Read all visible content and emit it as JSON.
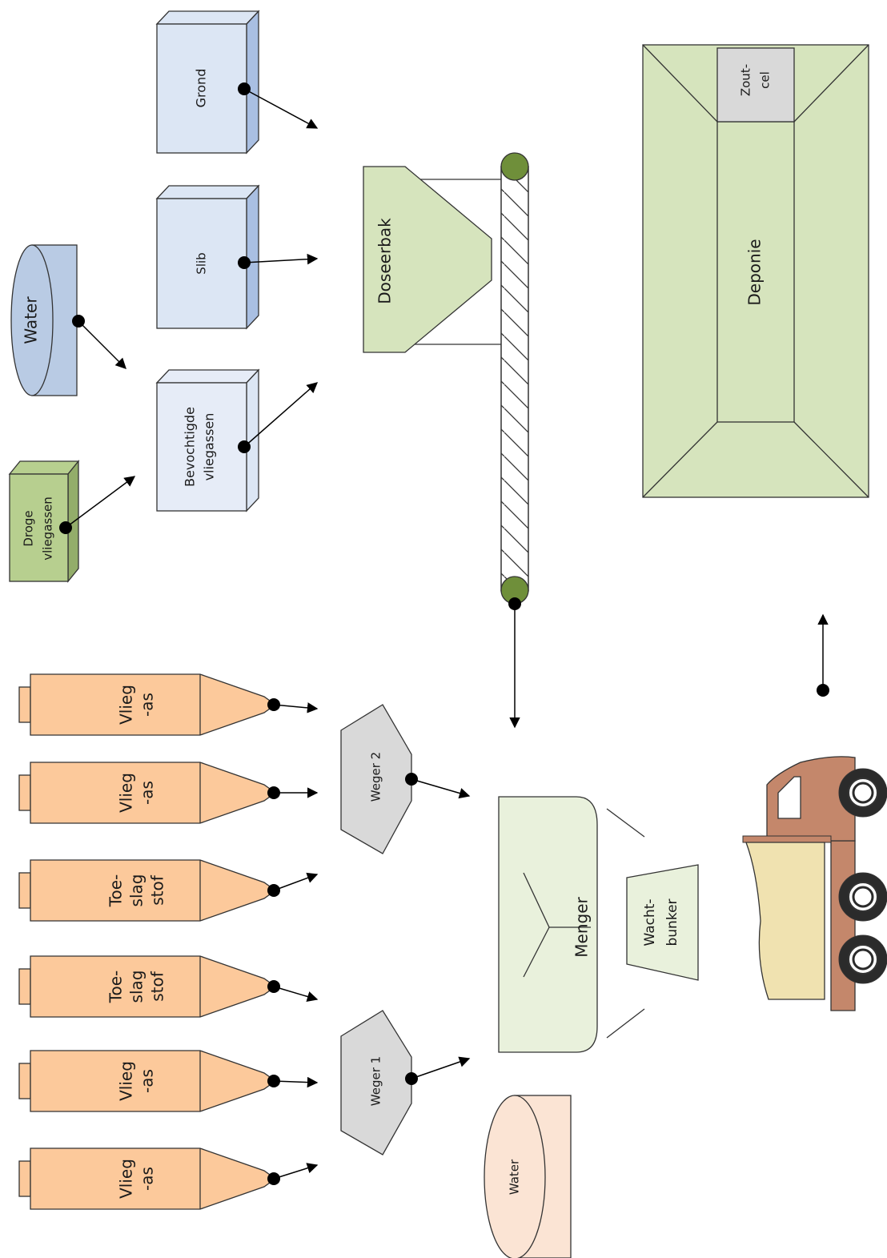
{
  "colors": {
    "box_fill": "#dce6f4",
    "box_side": "#a9bfe2",
    "wet_fill": "#e6ecf7",
    "green_box": "#b7cf8f",
    "silo_fill": "#fcc99b",
    "weigher_fill": "#d9d9d9",
    "mixer_fill": "#e9f1dc",
    "depot_fill": "#d6e4bd",
    "roller": "#6f8f3a",
    "truck_cab": "#c4876b",
    "truck_load": "#f0e2b0",
    "water_blue": "#b9cbe4",
    "water_peach": "#fbe4d4"
  },
  "labels": {
    "grond": "Grond",
    "slib": "Slib",
    "water_top": "Water",
    "bev_line1": "Bevochtigde",
    "bev_line2": "vliegassen",
    "droge_line1": "Droge",
    "droge_line2": "vliegassen",
    "doseerbak": "Doseerbak",
    "deponie": "Deponie",
    "zout_line1": "Zout-",
    "zout_line2": "cel",
    "weger2": "Weger 2",
    "weger1": "Weger 1",
    "menger": "Menger",
    "wacht_line1": "Wacht-",
    "wacht_line2": "bunker",
    "water_bottom": "Water"
  },
  "silos": [
    {
      "line1": "Vlieg",
      "line2": "-as",
      "line3": ""
    },
    {
      "line1": "Vlieg",
      "line2": "-as",
      "line3": ""
    },
    {
      "line1": "Toe-",
      "line2": "slag",
      "line3": "stof"
    },
    {
      "line1": "Toe-",
      "line2": "slag",
      "line3": "stof"
    },
    {
      "line1": "Vlieg",
      "line2": "-as",
      "line3": ""
    },
    {
      "line1": "Vlieg",
      "line2": "-as",
      "line3": ""
    }
  ]
}
